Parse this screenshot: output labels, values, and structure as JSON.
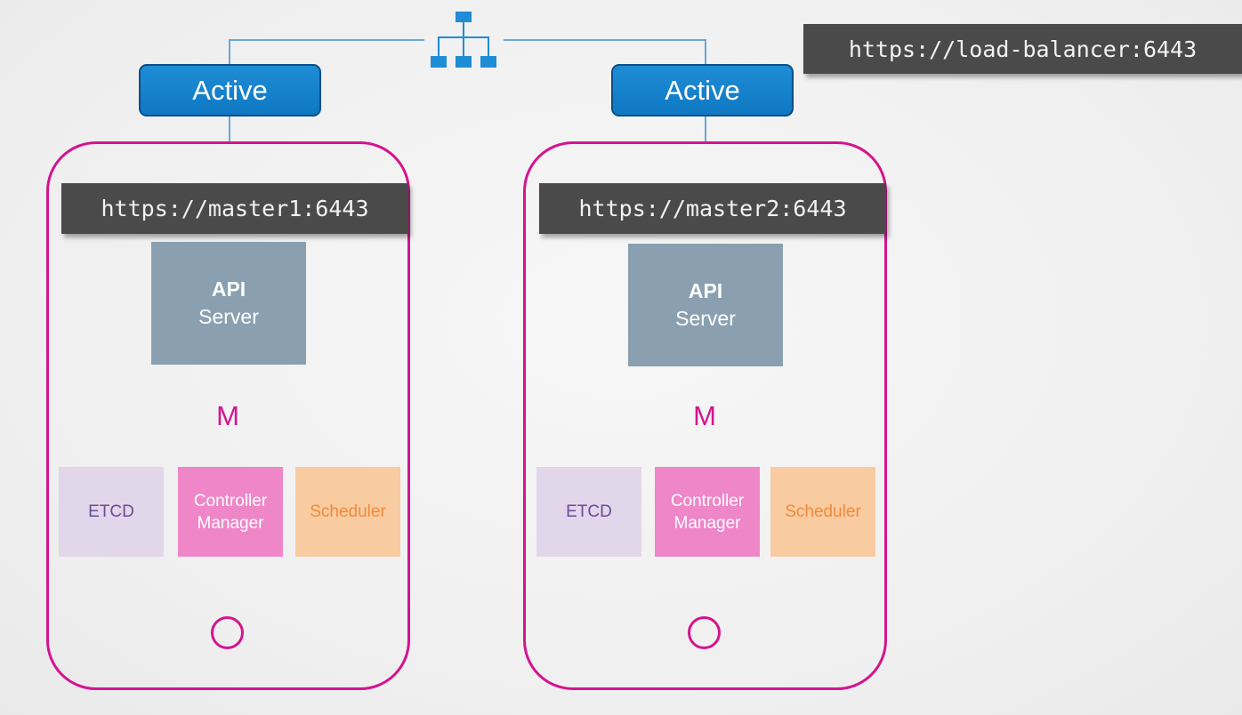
{
  "load_balancer": {
    "url": "https://load-balancer:6443",
    "icon": "network-hierarchy-icon"
  },
  "masters": [
    {
      "status": "Active",
      "url": "https://master1:6443",
      "api_title": "API",
      "api_subtitle": "Server",
      "label": "M",
      "components": {
        "etcd": "ETCD",
        "controller_line1": "Controller",
        "controller_line2": "Manager",
        "scheduler": "Scheduler"
      }
    },
    {
      "status": "Active",
      "url": "https://master2:6443",
      "api_title": "API",
      "api_subtitle": "Server",
      "label": "M",
      "components": {
        "etcd": "ETCD",
        "controller_line1": "Controller",
        "controller_line2": "Manager",
        "scheduler": "Scheduler"
      }
    }
  ],
  "colors": {
    "node_border": "#d4148f",
    "active_badge": "#1584cc",
    "api_server": "#8aa0b0",
    "etcd": "#e2d6ea",
    "controller_manager": "#ee86c8",
    "scheduler": "#f9cba0",
    "banner": "#4a4a4a"
  }
}
